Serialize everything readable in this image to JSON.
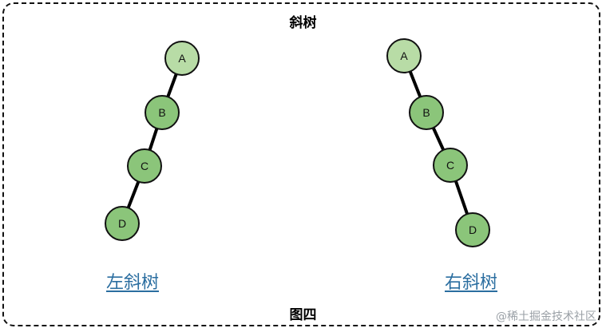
{
  "title": "斜树",
  "caption": "图四",
  "watermark": "@稀土掘金技术社区",
  "colors": {
    "node_fill": "#8bc57a",
    "root_fill": "#b8dca6",
    "node_stroke": "#111111",
    "edge": "#000000",
    "label_link": "#2b6ea0"
  },
  "left_tree": {
    "label": "左斜树",
    "nodes": [
      "A",
      "B",
      "C",
      "D"
    ]
  },
  "right_tree": {
    "label": "右斜树",
    "nodes": [
      "A",
      "B",
      "C",
      "D"
    ]
  }
}
